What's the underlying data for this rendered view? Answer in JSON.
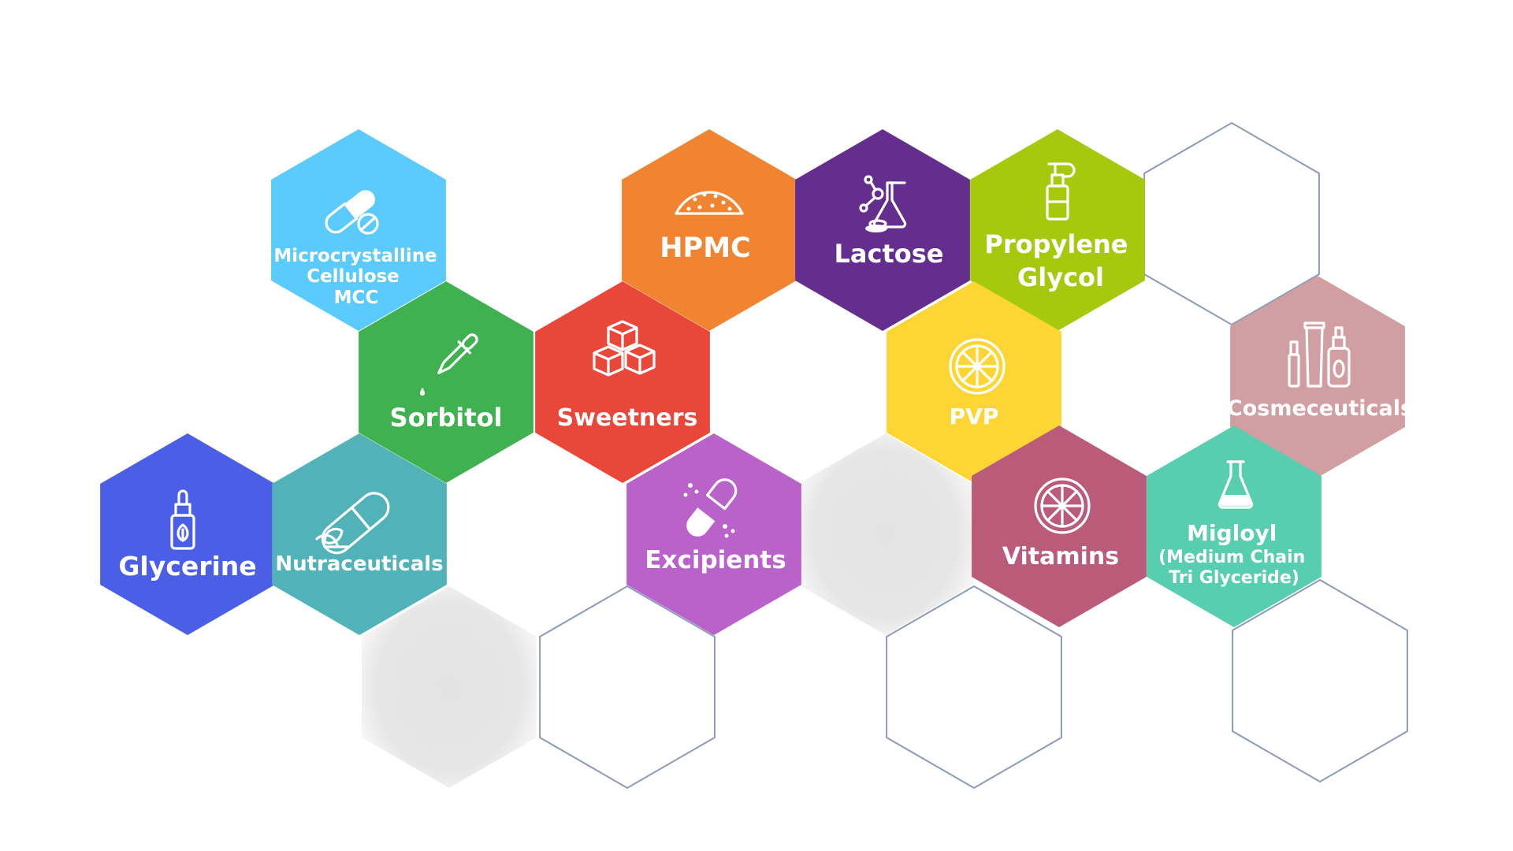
{
  "colors": {
    "outline": "#8b9bb5",
    "gray_fill": "#e4e4e4"
  },
  "hexagons": [
    {
      "id": "mcc",
      "lines": [
        "Microcrystalline",
        "Cellulose",
        "MCC"
      ],
      "color": "#5bcbfd",
      "icon": "capsule-pill-icon"
    },
    {
      "id": "hpmc",
      "lines": [
        "HPMC"
      ],
      "color": "#f18431",
      "icon": "powder-pile-icon"
    },
    {
      "id": "lactose",
      "lines": [
        "Lactose"
      ],
      "color": "#642e8e",
      "icon": "lab-flask-molecule-icon"
    },
    {
      "id": "propylene-glycol",
      "lines": [
        "Propylene",
        "Glycol"
      ],
      "color": "#a7c90d",
      "icon": "spray-bottle-icon"
    },
    {
      "id": "sorbitol",
      "lines": [
        "Sorbitol"
      ],
      "color": "#40b150",
      "icon": "dropper-icon"
    },
    {
      "id": "sweetners",
      "lines": [
        "Sweetners"
      ],
      "color": "#e9473a",
      "icon": "sugar-cubes-icon"
    },
    {
      "id": "pvp",
      "lines": [
        "PVP"
      ],
      "color": "#fdd535",
      "icon": "citrus-slice-icon"
    },
    {
      "id": "cosmeceuticals",
      "lines": [
        "Cosmeceuticals"
      ],
      "color": "#d19fa1",
      "icon": "cosmetic-bottles-icon"
    },
    {
      "id": "glycerine",
      "lines": [
        "Glycerine"
      ],
      "color": "#4a5fe6",
      "icon": "dropper-bottle-icon"
    },
    {
      "id": "nutraceuticals",
      "lines": [
        "Nutraceuticals"
      ],
      "color": "#51b3b8",
      "icon": "herbal-capsule-icon"
    },
    {
      "id": "excipients",
      "lines": [
        "Excipients"
      ],
      "color": "#b963ca",
      "icon": "open-capsule-icon"
    },
    {
      "id": "vitamins",
      "lines": [
        "Vitamins"
      ],
      "color": "#ba5b7a",
      "icon": "orange-slice-icon"
    },
    {
      "id": "migloyl",
      "lines": [
        "Migloyl",
        "(Medium Chain",
        "Tri Glyceride)"
      ],
      "color": "#58ceb0",
      "icon": "conical-flask-icon"
    }
  ]
}
